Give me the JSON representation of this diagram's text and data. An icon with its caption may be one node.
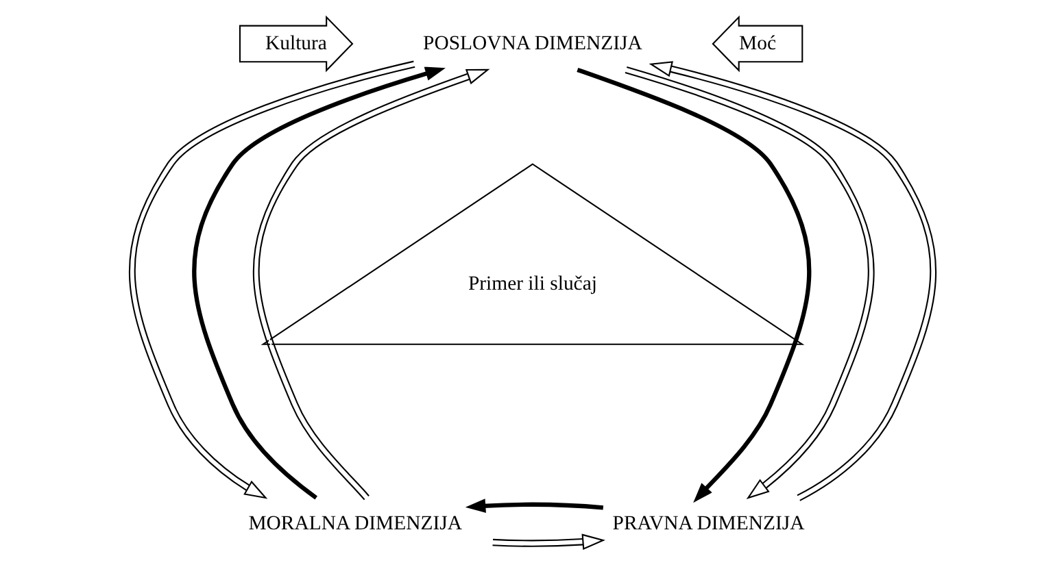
{
  "diagram": {
    "nodes": [
      {
        "text": [
          "Kultura"
        ]
      },
      {
        "text": [
          "POSLOVNA DIMENZIJA"
        ]
      },
      {
        "text": [
          "Moć"
        ]
      },
      {
        "text": [
          "Primer ili slučaj"
        ]
      },
      {
        "text": [
          "MORALNA DIMENZIJA"
        ]
      },
      {
        "text": [
          "PRAVNA DIMENZIJA"
        ]
      }
    ],
    "edges": [
      {
        "from": 4,
        "to": 1,
        "arrow": "to",
        "style": "thick"
      },
      {
        "from": 1,
        "to": 4,
        "arrow": "to"
      },
      {
        "from": 4,
        "to": 1,
        "arrow": "to"
      },
      {
        "from": 1,
        "to": 5,
        "arrow": "to",
        "style": "thick"
      },
      {
        "from": 1,
        "to": 5,
        "arrow": "to"
      },
      {
        "from": 5,
        "to": 1,
        "arrow": "to"
      },
      {
        "from": 4,
        "to": 5,
        "arrow": "both"
      },
      {
        "from": 5,
        "to": 4,
        "arrow": "to",
        "style": "thick"
      }
    ]
  }
}
